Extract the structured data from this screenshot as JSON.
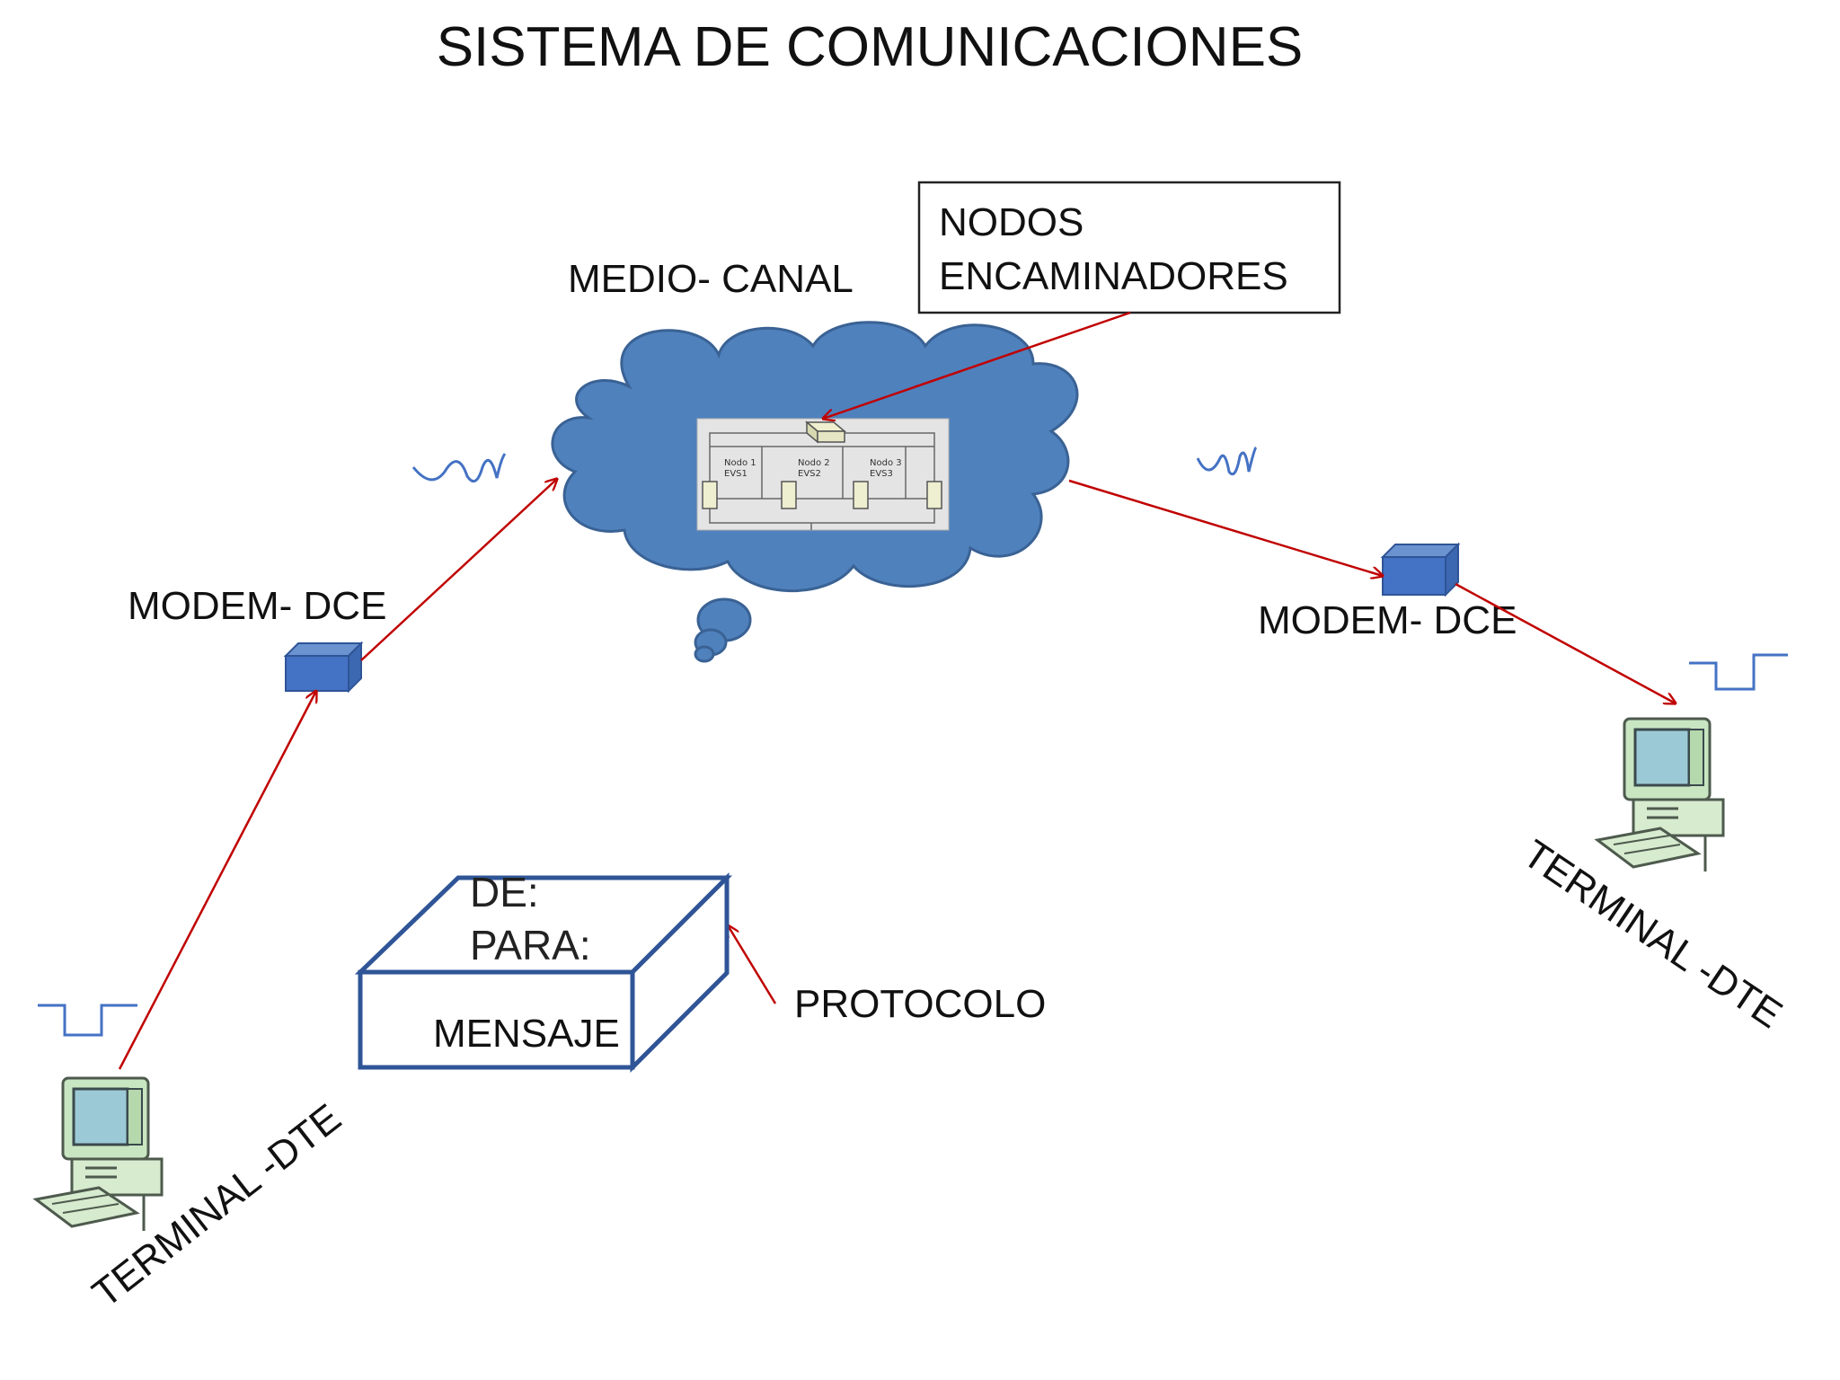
{
  "title": "SISTEMA DE COMUNICACIONES",
  "network": {
    "medio_label": "MEDIO- CANAL",
    "nodos_box_line1": "NODOS",
    "nodos_box_line2": "ENCAMINADORES",
    "nodes": [
      {
        "line1": "Nodo 1",
        "line2": "EVS1"
      },
      {
        "line1": "Nodo 2",
        "line2": "EVS2"
      },
      {
        "line1": "Nodo 3",
        "line2": "EVS3"
      }
    ]
  },
  "left": {
    "modem_label": "MODEM- DCE",
    "terminal_label": "TERMINAL -DTE"
  },
  "right": {
    "modem_label": "MODEM- DCE",
    "terminal_label": "TERMINAL -DTE"
  },
  "packet": {
    "de_label": "DE:",
    "para_label": "PARA:",
    "mensaje_label": "MENSAJE",
    "protocolo_label": "PROTOCOLO"
  },
  "colors": {
    "cloud": "#4f81bd",
    "cloud_outline": "#3a6294",
    "arrow": "#c00000",
    "modem": "#4472c4",
    "packet_outline": "#2f5597",
    "signal": "#4472c4"
  }
}
